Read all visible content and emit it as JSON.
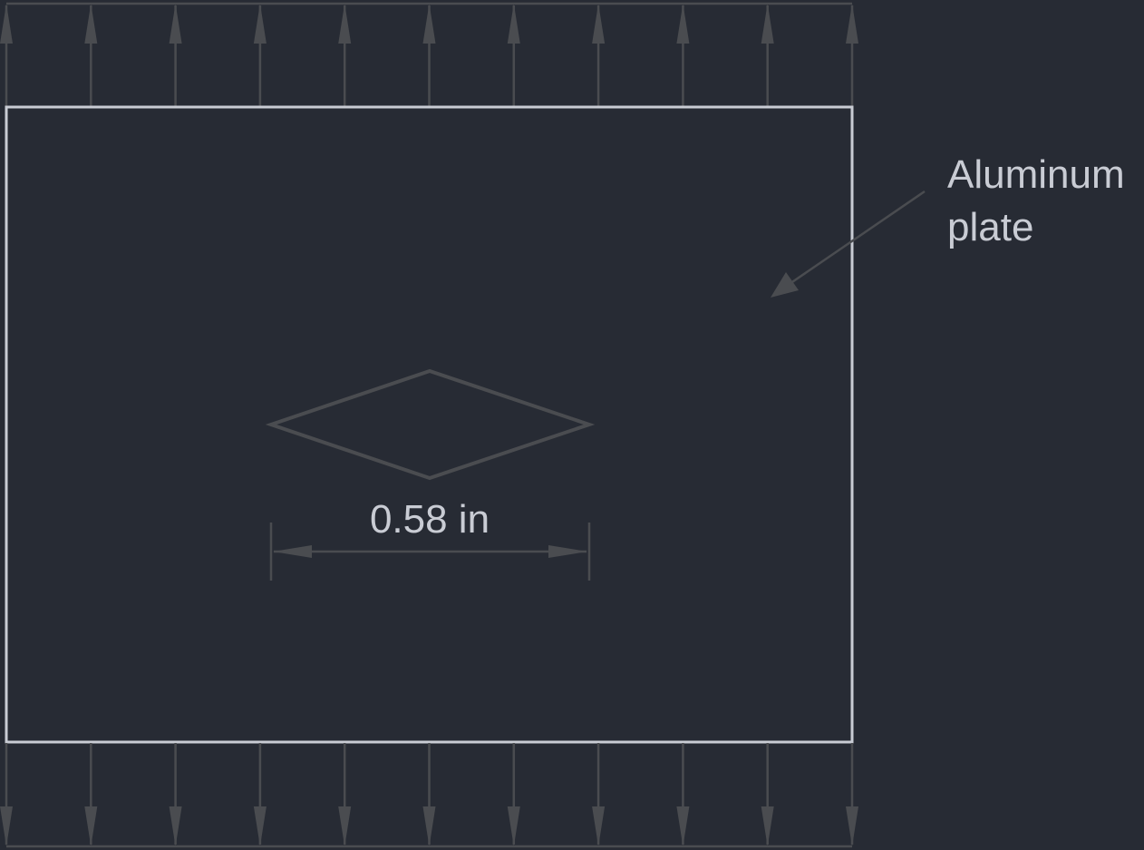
{
  "diagram": {
    "plate_label_line1": "Aluminum",
    "plate_label_line2": "plate",
    "dimension_label": "0.58 in",
    "load_arrow_count_top": 11,
    "load_arrow_count_bottom": 11,
    "colors": {
      "background": "#272b34",
      "plate_outline": "#c9ccd4",
      "hole_outline": "#4a4c50",
      "arrows": "#4a4c50",
      "text": "#c9ccd4"
    }
  }
}
